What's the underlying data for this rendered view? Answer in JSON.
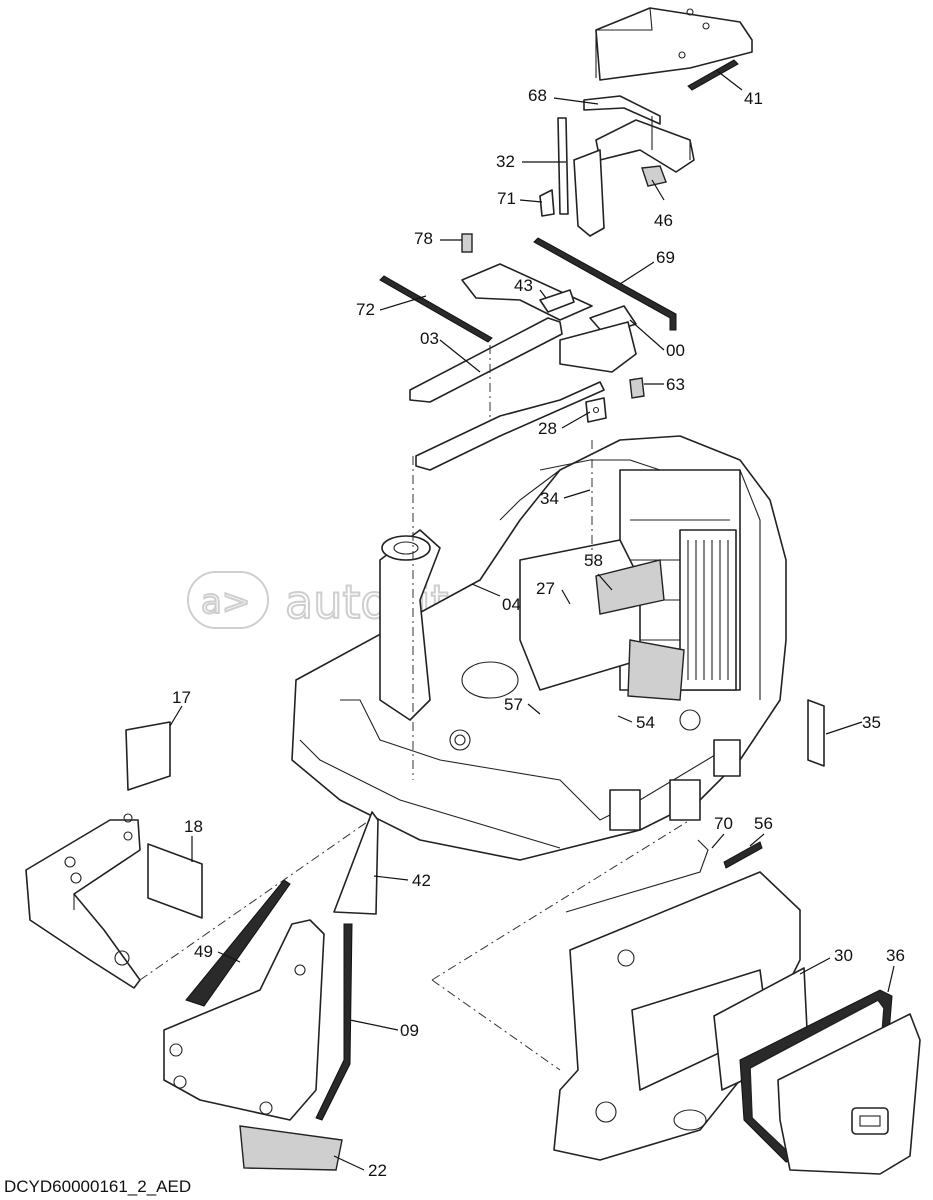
{
  "drawing_code": "DCYD60000161_2_AED",
  "watermark": "autopiter.ru",
  "part_labels": {
    "p41": "41",
    "p68": "68",
    "p32": "32",
    "p71": "71",
    "p46": "46",
    "p78": "78",
    "p69": "69",
    "p43": "43",
    "p72": "72",
    "p00": "00",
    "p03": "03",
    "p63": "63",
    "p28": "28",
    "p34": "34",
    "p58": "58",
    "p27": "27",
    "p04": "04",
    "p57": "57",
    "p54": "54",
    "p35": "35",
    "p17": "17",
    "p18": "18",
    "p70": "70",
    "p56": "56",
    "p42": "42",
    "p49": "49",
    "p30": "30",
    "p36": "36",
    "p09": "09",
    "p22": "22"
  }
}
